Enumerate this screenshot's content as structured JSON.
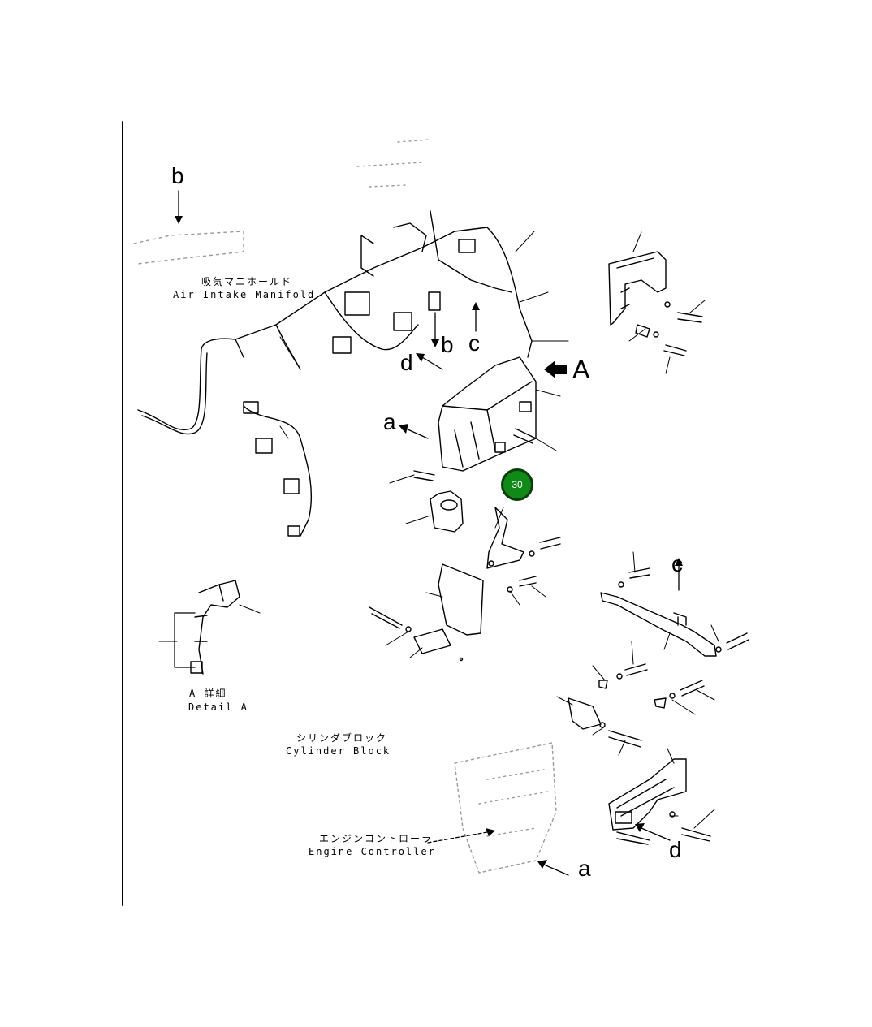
{
  "labels": {
    "intake_jp": "吸気マニホールド",
    "intake_en": "Air Intake Manifold",
    "detail_jp": "A 詳細",
    "detail_en": "Detail A",
    "cylinder_jp": "シリンダブロック",
    "cylinder_en": "Cylinder Block",
    "controller_jp": "エンジンコントローラ",
    "controller_en": "Engine Controller"
  },
  "letters": {
    "b_top": "b",
    "b_mid": "b",
    "c_mid": "c",
    "d_mid": "d",
    "A": "A",
    "a_left": "a",
    "c_right": "c",
    "d_bottom": "d",
    "a_bottom": "a"
  },
  "callout": {
    "number": "30",
    "color": "#0f8a17"
  }
}
